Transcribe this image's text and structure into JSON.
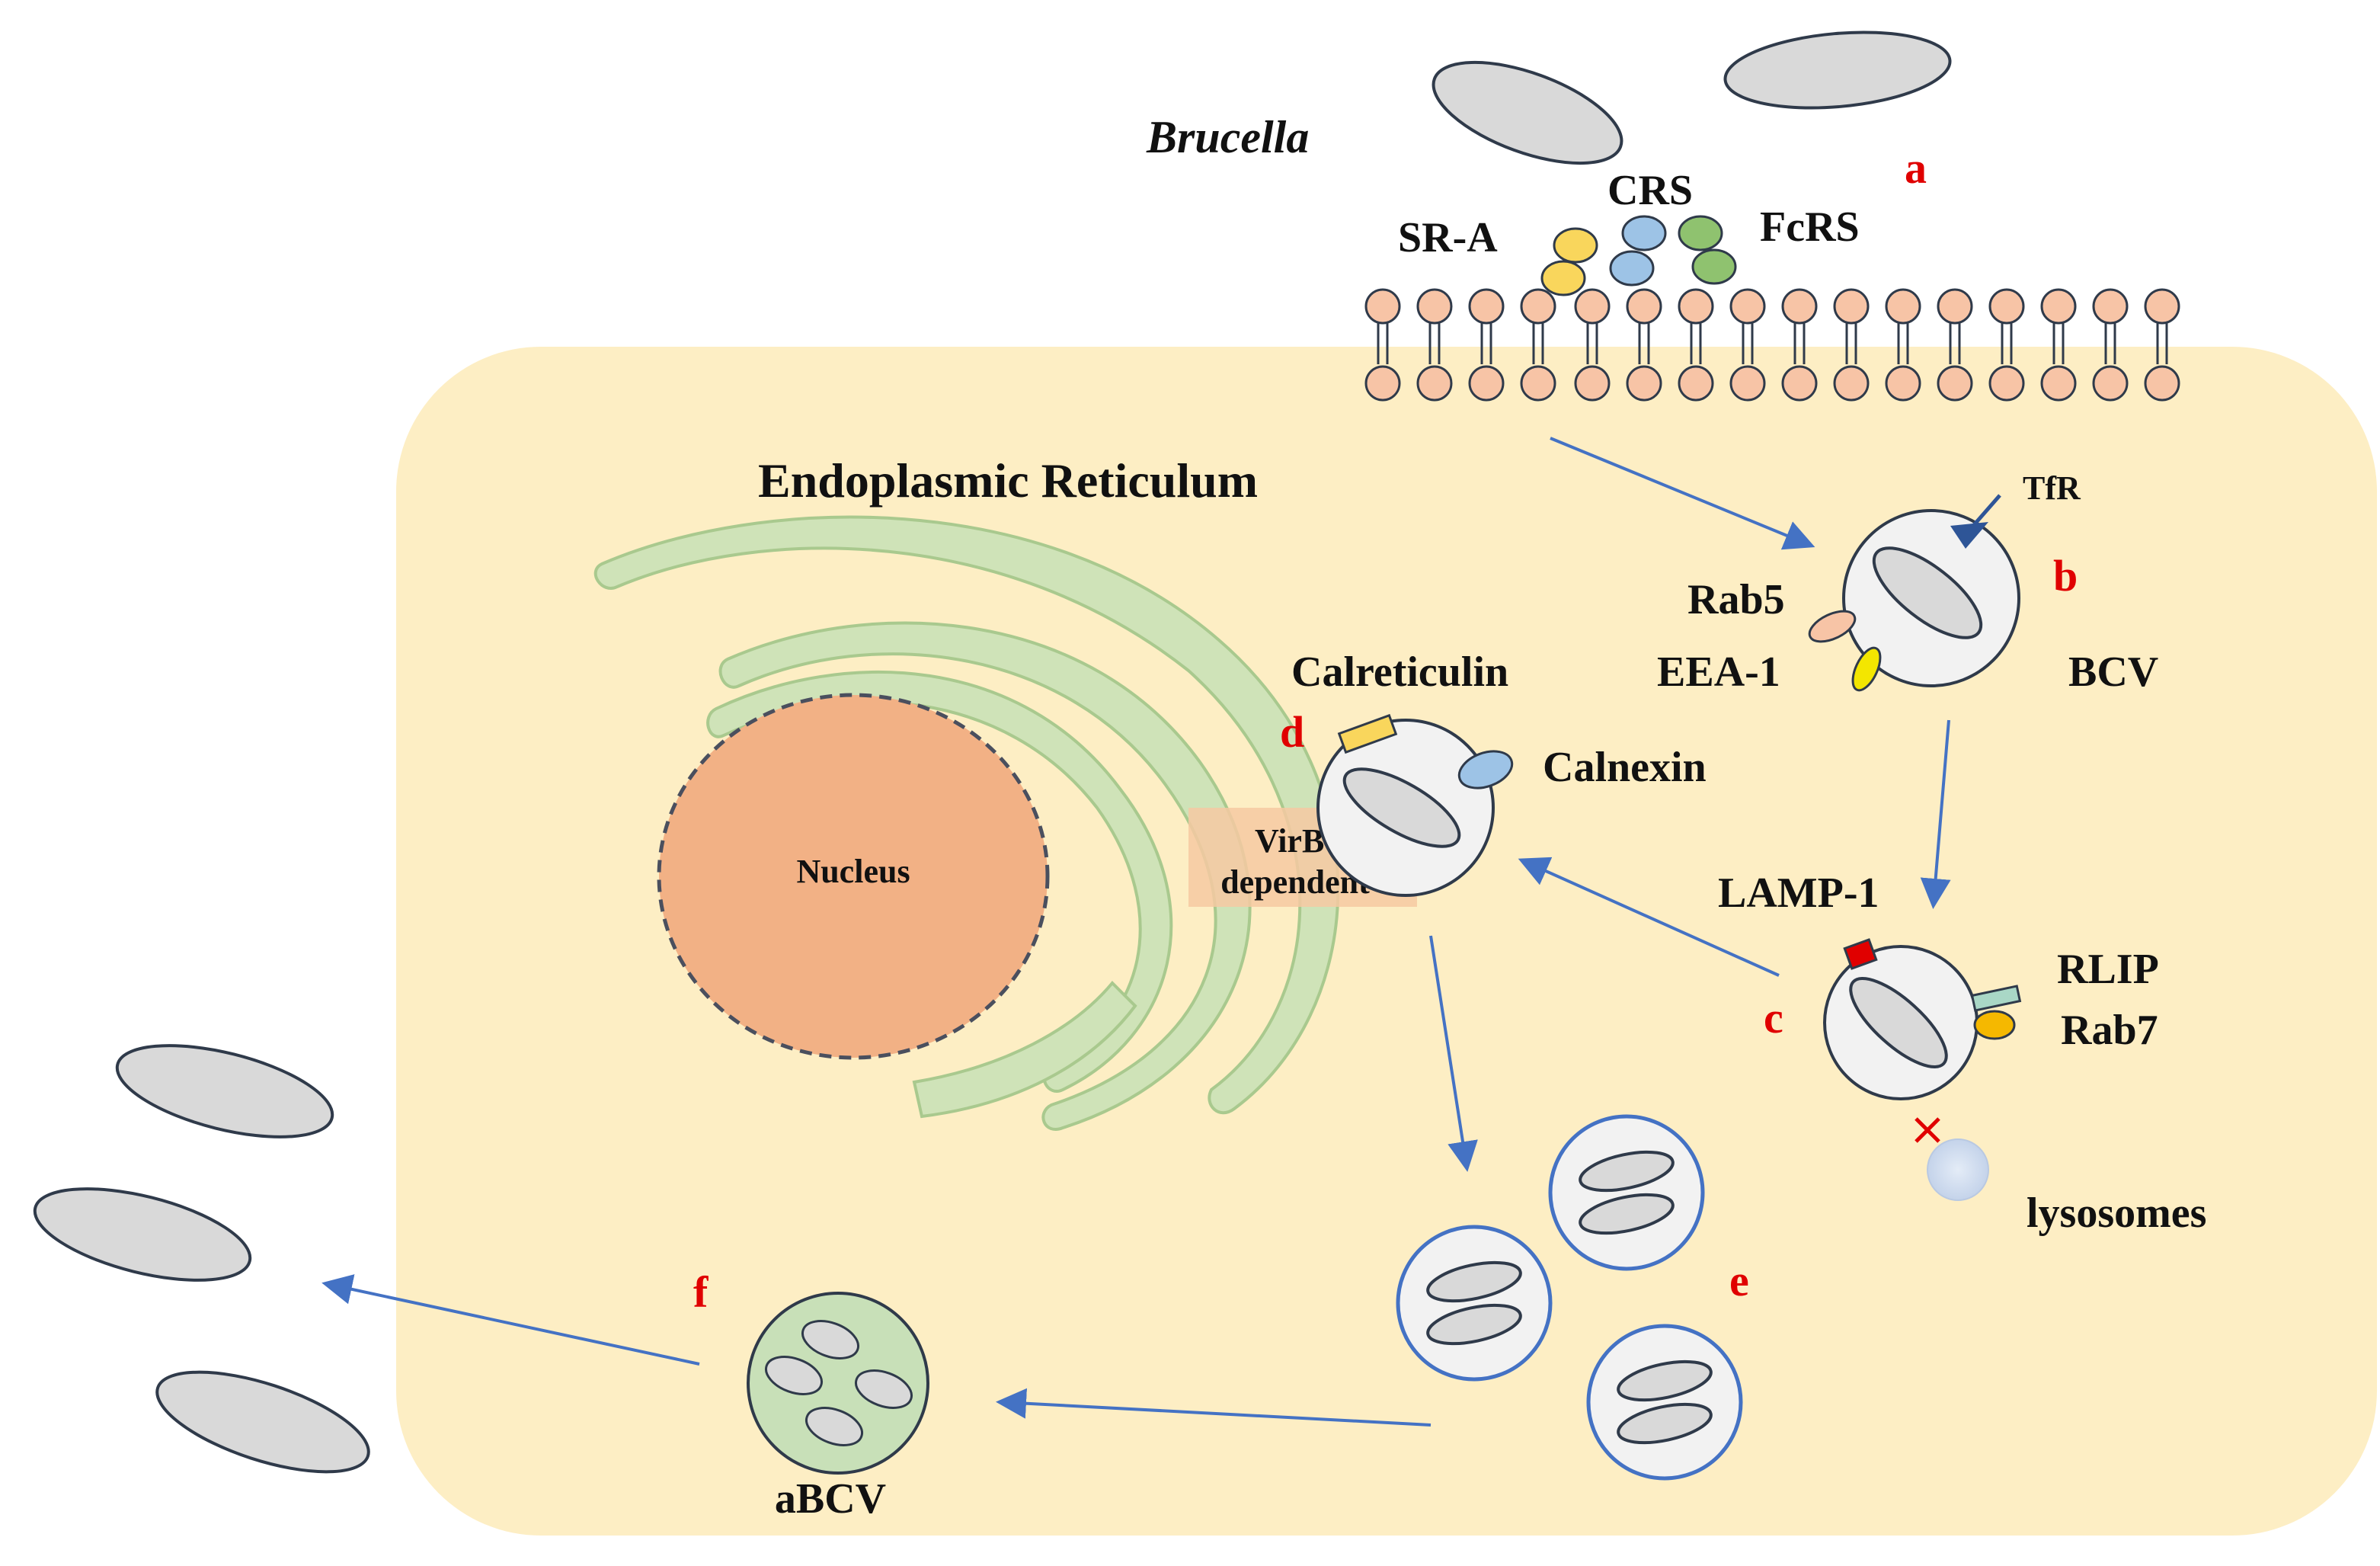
{
  "labels": {
    "organism": "Brucella",
    "sr_a": "SR-A",
    "crs": "CRS",
    "fcrs": "FcRS",
    "er": "Endoplasmic Reticulum",
    "tfr": "TfR",
    "rab5": "Rab5",
    "eea1": "EEA-1",
    "bcv": "BCV",
    "calreticulin": "Calreticulin",
    "calnexin": "Calnexin",
    "nucleus": "Nucleus",
    "virb_line1": "VirB-",
    "virb_line2": "dependent",
    "lamp1": "LAMP-1",
    "rlip": "RLIP",
    "rab7": "Rab7",
    "lysosomes": "lysosomes",
    "abcv": "aBCV"
  },
  "steps": {
    "a": "a",
    "b": "b",
    "c": "c",
    "d": "d",
    "e": "e",
    "f": "f"
  },
  "colors": {
    "cell": "#fdeec4",
    "er": "#cfe3b8",
    "nucleus": "#f2b185",
    "lipid": "#f7c4a6",
    "arrow": "#4472c4",
    "step": "#e00000",
    "bacterium": "#d9d9d9",
    "abcv": "#c8e0b8",
    "receptor_yellow": "#f9d65c",
    "receptor_blue": "#9dc3e6",
    "receptor_green": "#8fc26f"
  }
}
